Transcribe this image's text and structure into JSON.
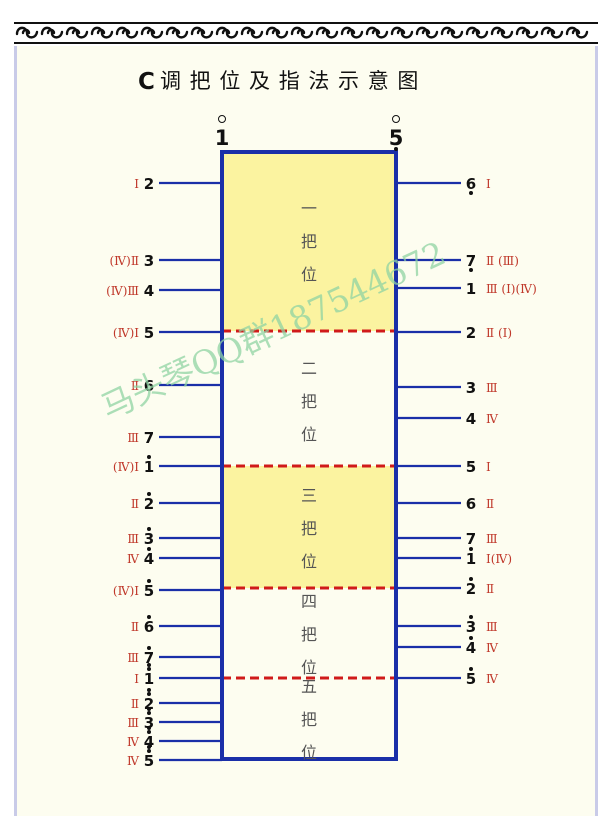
{
  "title": "C调把位及指法示意图",
  "title_prefix": "C",
  "title_rest": "调 把 位 及 指 法 示 意 图",
  "top_left": {
    "num": "1",
    "mark": "high"
  },
  "top_right": {
    "num": "5",
    "mark": "high-low"
  },
  "positions": [
    {
      "label": "一\n把\n位",
      "chars": [
        "一",
        "把",
        "位"
      ]
    },
    {
      "label": "二\n把\n位",
      "chars": [
        "二",
        "把",
        "位"
      ]
    },
    {
      "label": "三\n把\n位",
      "chars": [
        "三",
        "把",
        "位"
      ]
    },
    {
      "label": "四\n把\n位",
      "chars": [
        "四",
        "把",
        "位"
      ]
    },
    {
      "label": "五\n把\n位",
      "chars": [
        "五",
        "把",
        "位"
      ]
    }
  ],
  "left_notes": [
    {
      "finger": "Ⅰ",
      "num": "2",
      "dot": "none"
    },
    {
      "finger": "(Ⅳ)Ⅱ",
      "num": "3",
      "dot": "none"
    },
    {
      "finger": "(Ⅳ)Ⅲ",
      "num": "4",
      "dot": "none"
    },
    {
      "finger": "(Ⅳ)Ⅰ",
      "num": "5",
      "dot": "none"
    },
    {
      "finger": "Ⅱ",
      "num": "6",
      "dot": "none"
    },
    {
      "finger": "Ⅲ",
      "num": "7",
      "dot": "none"
    },
    {
      "finger": "(Ⅳ)Ⅰ",
      "num": "1",
      "dot": "above"
    },
    {
      "finger": "Ⅱ",
      "num": "2",
      "dot": "above"
    },
    {
      "finger": "Ⅲ",
      "num": "3",
      "dot": "above"
    },
    {
      "finger": "Ⅳ",
      "num": "4",
      "dot": "above"
    },
    {
      "finger": "(Ⅳ)Ⅰ",
      "num": "5",
      "dot": "above"
    },
    {
      "finger": "Ⅱ",
      "num": "6",
      "dot": "above"
    },
    {
      "finger": "Ⅲ",
      "num": "7",
      "dot": "above"
    },
    {
      "finger": "Ⅰ",
      "num": "1",
      "dot": "double"
    },
    {
      "finger": "Ⅱ",
      "num": "2",
      "dot": "double"
    },
    {
      "finger": "Ⅲ",
      "num": "3",
      "dot": "double"
    },
    {
      "finger": "Ⅳ",
      "num": "4",
      "dot": "double"
    },
    {
      "finger": "Ⅳ",
      "num": "5",
      "dot": "double"
    }
  ],
  "right_notes": [
    {
      "num": "6",
      "dot": "below",
      "finger": "Ⅰ"
    },
    {
      "num": "7",
      "dot": "below",
      "finger": "Ⅱ (Ⅲ)"
    },
    {
      "num": "1",
      "dot": "none",
      "finger": "Ⅲ (Ⅰ)(Ⅳ)"
    },
    {
      "num": "2",
      "dot": "none",
      "finger": "Ⅱ (Ⅰ)"
    },
    {
      "num": "3",
      "dot": "none",
      "finger": "Ⅲ"
    },
    {
      "num": "4",
      "dot": "none",
      "finger": "Ⅳ"
    },
    {
      "num": "5",
      "dot": "none",
      "finger": "Ⅰ"
    },
    {
      "num": "6",
      "dot": "none",
      "finger": "Ⅱ"
    },
    {
      "num": "7",
      "dot": "none",
      "finger": "Ⅲ"
    },
    {
      "num": "1",
      "dot": "above",
      "finger": "Ⅰ(Ⅳ)"
    },
    {
      "num": "2",
      "dot": "above",
      "finger": "Ⅱ"
    },
    {
      "num": "3",
      "dot": "above",
      "finger": "Ⅲ"
    },
    {
      "num": "4",
      "dot": "above",
      "finger": "Ⅳ"
    },
    {
      "num": "5",
      "dot": "above",
      "finger": "Ⅳ"
    }
  ],
  "watermark": "马头琴QQ群187544672",
  "colors": {
    "blue": "#1a2fa8",
    "red": "#c0392b",
    "yellow": "#fbf3a0",
    "dash_red": "#d01a1a",
    "black": "#111111",
    "watermark": "#8fd3a3"
  }
}
